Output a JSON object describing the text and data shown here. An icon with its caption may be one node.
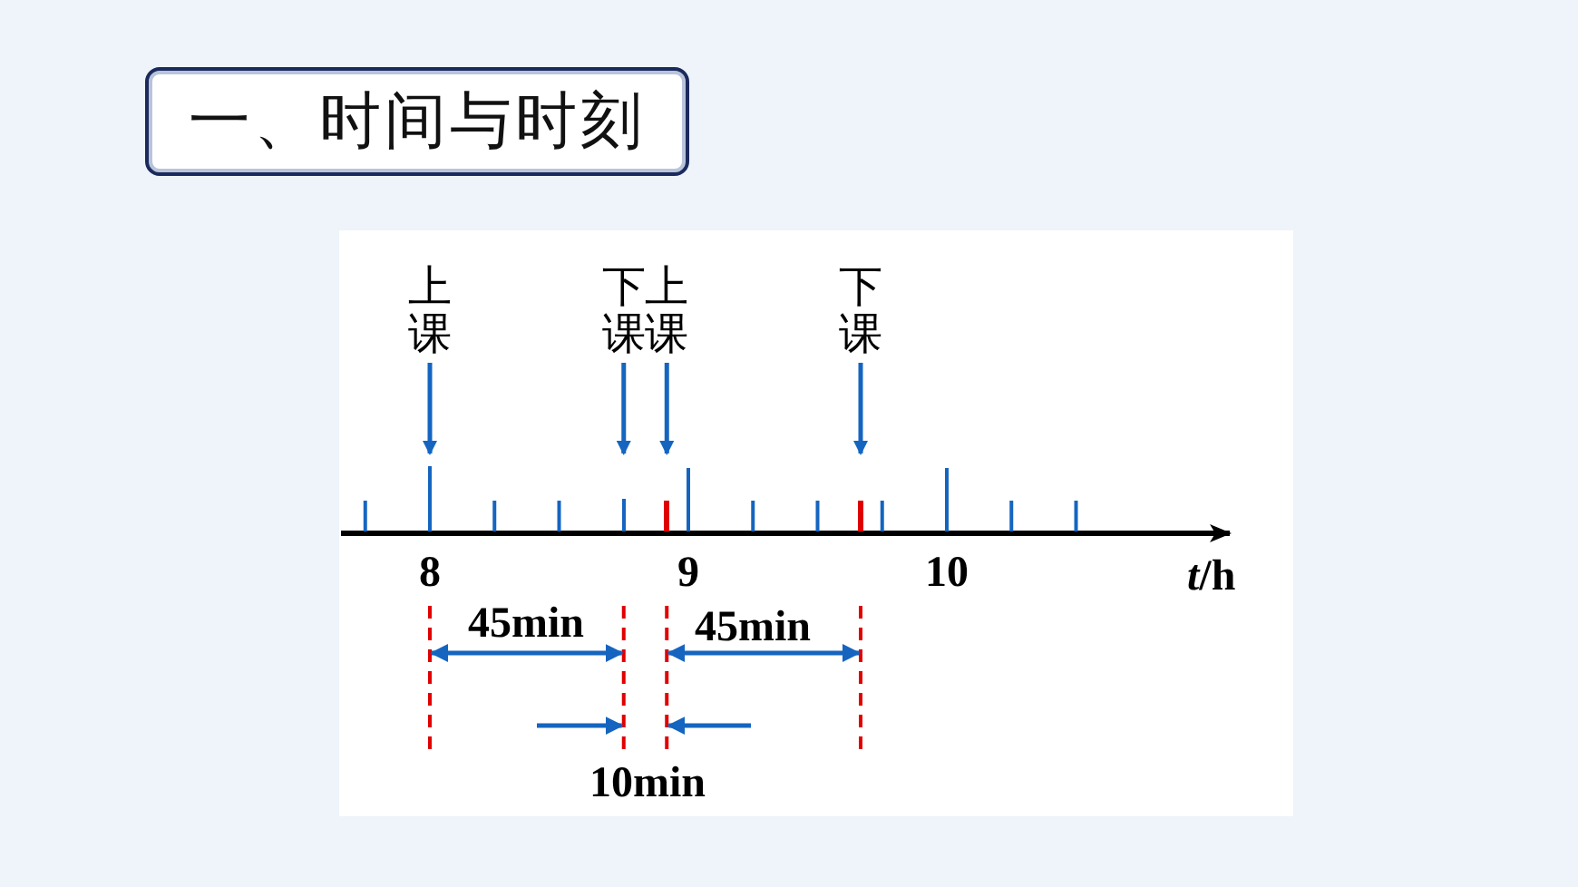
{
  "diagram": {
    "title": "一、时间与时刻",
    "nodes": [
      {
        "text": [
          "上课"
        ]
      },
      {
        "text": [
          "下课"
        ]
      },
      {
        "text": [
          "上课"
        ]
      },
      {
        "text": [
          "下课"
        ]
      },
      {
        "text": [],
        "shape": "bar"
      },
      {
        "text": [],
        "shape": "bar"
      },
      {
        "text": [],
        "shape": "bar"
      },
      {
        "text": [],
        "shape": "bar"
      }
    ],
    "edges": [
      {
        "from": 0,
        "to": 4,
        "arrow": "to"
      },
      {
        "from": 1,
        "to": 5,
        "arrow": "to"
      },
      {
        "from": 2,
        "to": 6,
        "arrow": "to"
      },
      {
        "from": 3,
        "to": 7,
        "arrow": "to"
      }
    ],
    "labels": [
      "8",
      "9",
      "10",
      "*t*/h",
      "45min",
      "45min",
      "10min"
    ]
  }
}
